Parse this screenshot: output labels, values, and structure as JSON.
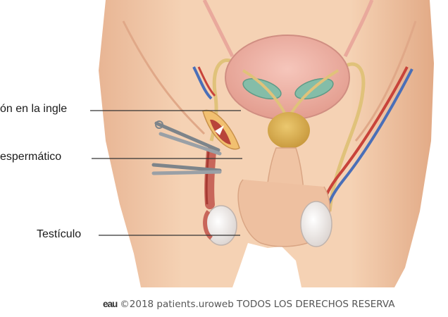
{
  "labels": {
    "groin_incision": "ón en la ingle",
    "spermatic_cord": "espermático",
    "testicle": "Testículo"
  },
  "footer": {
    "logo": "eau",
    "copyright": "©2018 patients.uroweb TODOS LOS DERECHOS RESERVA"
  },
  "colors": {
    "skin": "#f1c9a7",
    "skin_shadow": "#e2ad8a",
    "bladder": "#efb3a8",
    "seminal_vesicle": "#84bda8",
    "prostate": "#d9b25b",
    "artery": "#c8433a",
    "vein": "#4a6fb8",
    "vas_deferens": "#e0c27a",
    "testis": "#f3ede9",
    "forceps": "#9aa0a6",
    "leader_line": "#333333"
  }
}
